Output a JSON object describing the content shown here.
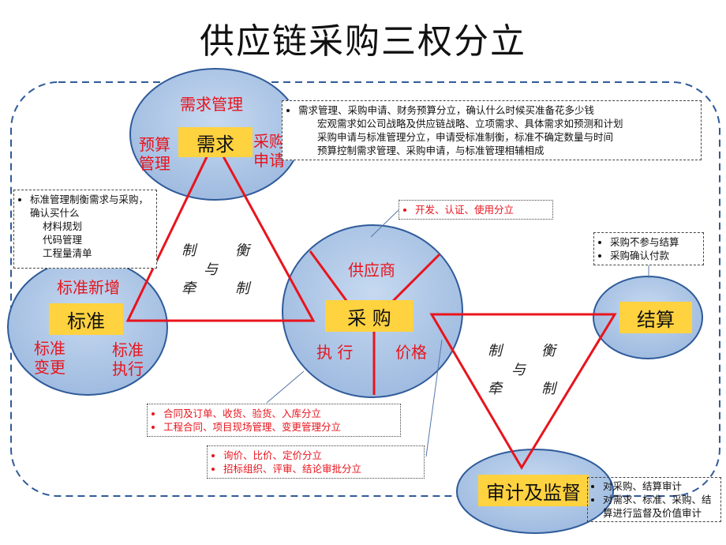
{
  "title": "供应链采购三权分立",
  "nodes": {
    "demand": {
      "box": "需求",
      "top_label": "需求管理",
      "left_label": [
        "预算",
        "管理"
      ],
      "right_label": [
        "采购",
        "申请"
      ]
    },
    "standard": {
      "box": "标准",
      "top_label": "标准新增",
      "left_label": [
        "标准",
        "变更"
      ],
      "right_label": [
        "标准",
        "执行"
      ]
    },
    "purchase": {
      "box": "采 购",
      "top_label": "供应商",
      "left_label": "执 行",
      "right_label": "价格"
    },
    "settlement": {
      "box": "结算"
    },
    "audit": {
      "box": "审计及监督"
    }
  },
  "triangle_left": {
    "line1": [
      "制",
      "衡"
    ],
    "line2": "与",
    "line3": [
      "牵",
      "制"
    ]
  },
  "triangle_right": {
    "line1": [
      "制",
      "衡"
    ],
    "line2": "与",
    "line3": [
      "牵",
      "制"
    ]
  },
  "notes": {
    "demand_note": {
      "bullet": "需求管理、采购申请、财务预算分立，确认什么时候买准备花多少钱",
      "lines": [
        "宏观需求如公司战略及供应链战略、立项需求、具体需求如预测和计划",
        "采购申请与标准管理分立，申请受标准制衡，标准不确定数量与时间",
        "预算控制需求管理、采购申请，与标准管理相辅相成"
      ]
    },
    "standard_note": {
      "bullet": "标准管理制衡需求与采购，确认买什么",
      "lines": [
        "材料规划",
        "代码管理",
        "工程量清单"
      ]
    },
    "supplier_note": {
      "items": [
        "开发、认证、使用分立"
      ]
    },
    "settlement_note": {
      "items": [
        "采购不参与结算",
        "采购确认付款"
      ]
    },
    "execution_note": {
      "items": [
        "合同及订单、收货、验货、入库分立",
        "工程合同、项目现场管理、变更管理分立"
      ]
    },
    "price_note": {
      "items": [
        "询价、比价、定价分立",
        "招标组织、评审、结论审批分立"
      ]
    },
    "audit_note": {
      "items": [
        "对采购、结算审计",
        "对需求、标准、采购、结算进行监督及价值审计"
      ]
    }
  },
  "colors": {
    "ellipse_fill": "#b4cbe8",
    "ellipse_stroke": "#2f5b9a",
    "triangle": "#e8141d",
    "box": "#ffd23f",
    "dashed_border": "#2f5b9a"
  }
}
